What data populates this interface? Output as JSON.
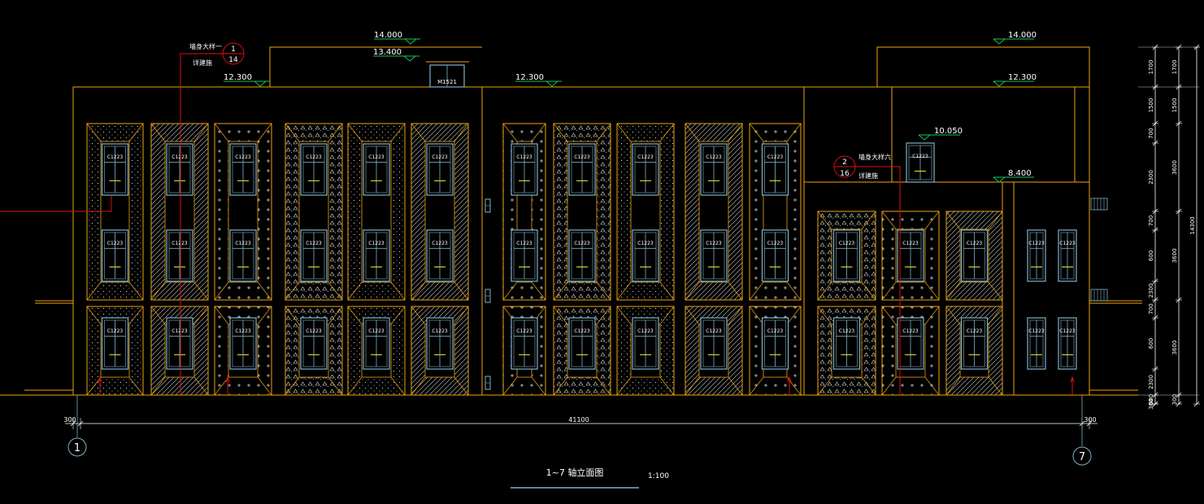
{
  "colors": {
    "background": "#000000",
    "outline": "#f0a30a",
    "window": "#7fb2c8",
    "marker": "#e01010",
    "level": "#19c35a",
    "text": "#ffffff",
    "dimension": "#ffffff",
    "sill": "#f5f032",
    "hatch": "#d8d8d8"
  },
  "drawing": {
    "title": "1~7 轴立面图",
    "scale": "1:100",
    "axes": [
      {
        "id": "axis-1",
        "label": "1"
      },
      {
        "id": "axis-7",
        "label": "7"
      }
    ],
    "levels": [
      {
        "id": "lv-14000-l",
        "text": "14.000"
      },
      {
        "id": "lv-13400",
        "text": "13.400"
      },
      {
        "id": "lv-12300-l",
        "text": "12.300"
      },
      {
        "id": "lv-12300-m",
        "text": "12.300"
      },
      {
        "id": "lv-14000-r",
        "text": "14.000"
      },
      {
        "id": "lv-12300-r",
        "text": "12.300"
      },
      {
        "id": "lv-10050",
        "text": "10.050"
      },
      {
        "id": "lv-8400",
        "text": "8.400"
      }
    ],
    "bottom_dims": {
      "left": "300",
      "total": "41100",
      "right": "300"
    },
    "right_dims_inner": [
      "1700",
      "1500",
      "700",
      "2300",
      "700",
      "600",
      "2300",
      "700",
      "600",
      "2300",
      "600",
      "300"
    ],
    "right_dims_outer": [
      "1700",
      "1500",
      "3600",
      "3600",
      "3600",
      "300"
    ],
    "right_dims_total": "14300",
    "door_tag": "M1521",
    "window_tag": "C1223",
    "detail_callouts": [
      {
        "id": "callout-1",
        "title": "墙身大样一",
        "num": "1",
        "sheet": "14",
        "note": "详建施"
      },
      {
        "id": "callout-2",
        "title": "墙身大样六",
        "num": "2",
        "sheet": "16",
        "note": "详建施"
      }
    ]
  }
}
